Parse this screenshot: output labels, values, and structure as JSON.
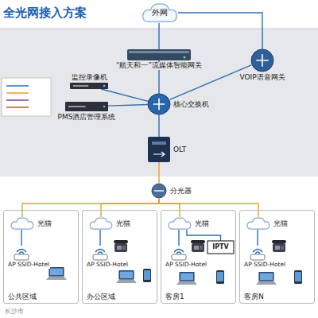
{
  "diagram": {
    "title": "全光网接入方案",
    "nodes": [
      {
        "text": [
          "外网"
        ]
      },
      {
        "text": [
          "“航天和一”流媒体智能网关"
        ]
      },
      {
        "text": [
          "VOIP语音网关"
        ]
      },
      {
        "text": [
          "监控录像机"
        ]
      },
      {
        "text": [
          "PMS酒店管理系统"
        ]
      },
      {
        "text": [
          "核心交换机"
        ]
      },
      {
        "text": [
          "OLT"
        ]
      },
      {
        "text": [
          "分光器"
        ]
      },
      {
        "text": [
          "公共区域"
        ]
      },
      {
        "text": [
          "光猫"
        ],
        "in": 8
      },
      {
        "text": [
          "AP SSID-Hotel"
        ],
        "in": 8
      },
      {
        "text": [
          "办公区域"
        ]
      },
      {
        "text": [
          "光猫"
        ],
        "in": 11
      },
      {
        "text": [
          "AP SSID-Hotel"
        ],
        "in": 11
      },
      {
        "text": [
          "客房1"
        ]
      },
      {
        "text": [
          "光猫"
        ],
        "in": 14
      },
      {
        "text": [
          "AP SSID-Hotel"
        ],
        "in": 14
      },
      {
        "text": [
          "IPTV"
        ],
        "in": 14
      },
      {
        "text": [
          "客房N"
        ]
      },
      {
        "text": [
          "光猫"
        ],
        "in": 18
      },
      {
        "text": [
          "AP SSID-Hotel"
        ],
        "in": 18
      }
    ],
    "edges": [
      {
        "from": 0,
        "to": 1,
        "arrow": "none"
      },
      {
        "from": 0,
        "to": 2,
        "arrow": "none"
      },
      {
        "from": 1,
        "to": 5,
        "arrow": "none"
      },
      {
        "from": 2,
        "to": 5,
        "arrow": "none"
      },
      {
        "from": 3,
        "to": 5,
        "arrow": "none"
      },
      {
        "from": 4,
        "to": 5,
        "arrow": "none"
      },
      {
        "from": 5,
        "to": 6,
        "arrow": "none"
      },
      {
        "from": 6,
        "to": 7,
        "arrow": "none"
      },
      {
        "from": 7,
        "to": 9,
        "arrow": "none"
      },
      {
        "from": 9,
        "to": 10,
        "arrow": "none"
      },
      {
        "from": 7,
        "to": 12,
        "arrow": "none"
      },
      {
        "from": 12,
        "to": 13,
        "arrow": "none"
      },
      {
        "from": 7,
        "to": 15,
        "arrow": "none"
      },
      {
        "from": 15,
        "to": 16,
        "arrow": "none"
      },
      {
        "from": 15,
        "to": 17,
        "arrow": "none"
      },
      {
        "from": 7,
        "to": 19,
        "arrow": "none"
      },
      {
        "from": 19,
        "to": 20,
        "arrow": "none"
      }
    ],
    "labels": [
      "长沙市"
    ]
  }
}
